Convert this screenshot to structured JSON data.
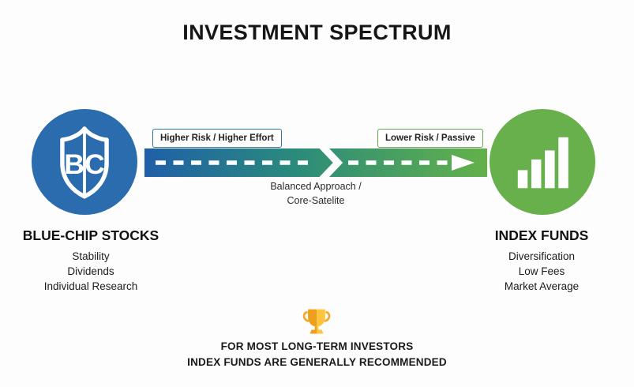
{
  "title": "INVESTMENT SPECTRUM",
  "left_node": {
    "icon": "shield-bc-icon",
    "monogram": "BC",
    "heading": "BLUE-CHIP STOCKS",
    "traits": [
      "Stability",
      "Dividends",
      "Individual Research"
    ],
    "circle_color": "#2a6cae"
  },
  "right_node": {
    "icon": "bar-chart-icon",
    "heading": "INDEX FUNDS",
    "traits": [
      "Diversification",
      "Low Fees",
      "Market Average"
    ],
    "circle_color": "#68b04c"
  },
  "spectrum": {
    "left_label": "Higher Risk / Higher Effort",
    "right_label": "Lower Risk / Passive",
    "center_label_line1": "Balanced Approach /",
    "center_label_line2": "Core-Satelite",
    "gradient_start": "#1f5fa8",
    "gradient_mid": "#2b8c7a",
    "gradient_end": "#64b14a",
    "left_label_border_color": "#2e74b5",
    "right_label_border_color": "#62a84e"
  },
  "footer": {
    "icon": "trophy-icon",
    "trophy_colors": {
      "dark": "#ee9f1c",
      "light": "#ffc540"
    },
    "line1": "FOR MOST LONG-TERM INVESTORS",
    "line2": "INDEX FUNDS ARE GENERALLY RECOMMENDED"
  }
}
